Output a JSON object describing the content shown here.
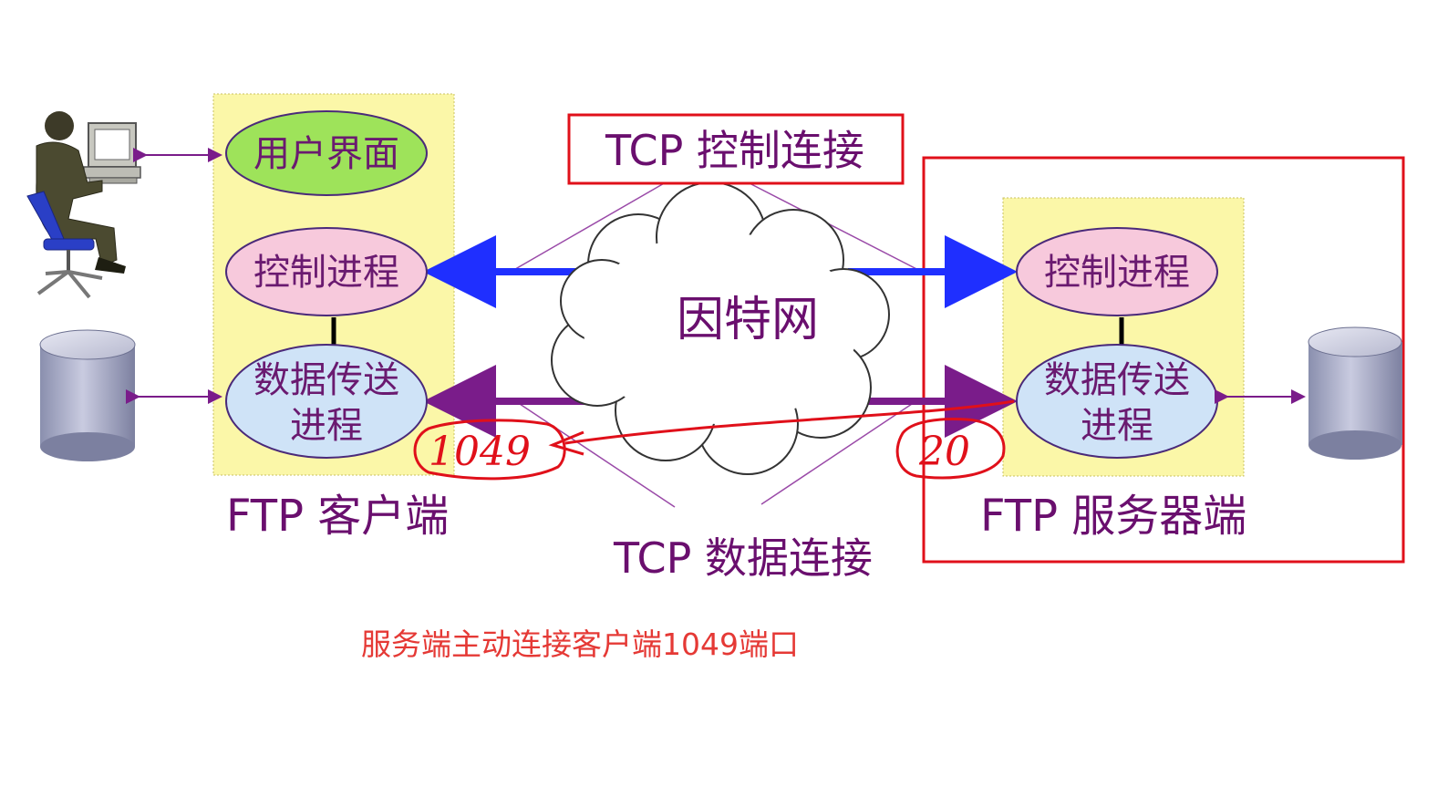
{
  "client": {
    "title": "FTP 客户端",
    "ui": "用户界面",
    "control": "控制进程",
    "data_line1": "数据传送",
    "data_line2": "进程"
  },
  "server": {
    "title": "FTP 服务器端",
    "control": "控制进程",
    "data_line1": "数据传送",
    "data_line2": "进程"
  },
  "network": {
    "label": "因特网"
  },
  "connections": {
    "control": "TCP 控制连接",
    "data": "TCP 数据连接"
  },
  "annotations": {
    "client_port": "1049",
    "server_port": "20",
    "note": "服务端主动连接客户端1049端口"
  },
  "colors": {
    "panel": "#fbf7a8",
    "ui_node": "#9ee35a",
    "control_node": "#f7c9dc",
    "data_node": "#cfe3f7",
    "text": "#6a0f6e",
    "control_arrow": "#1f2fff",
    "data_arrow": "#7a1c8a",
    "handwriting": "#e0101a"
  },
  "icons": [
    "user-at-computer-icon",
    "client-database-icon",
    "server-database-icon",
    "internet-cloud-icon"
  ]
}
